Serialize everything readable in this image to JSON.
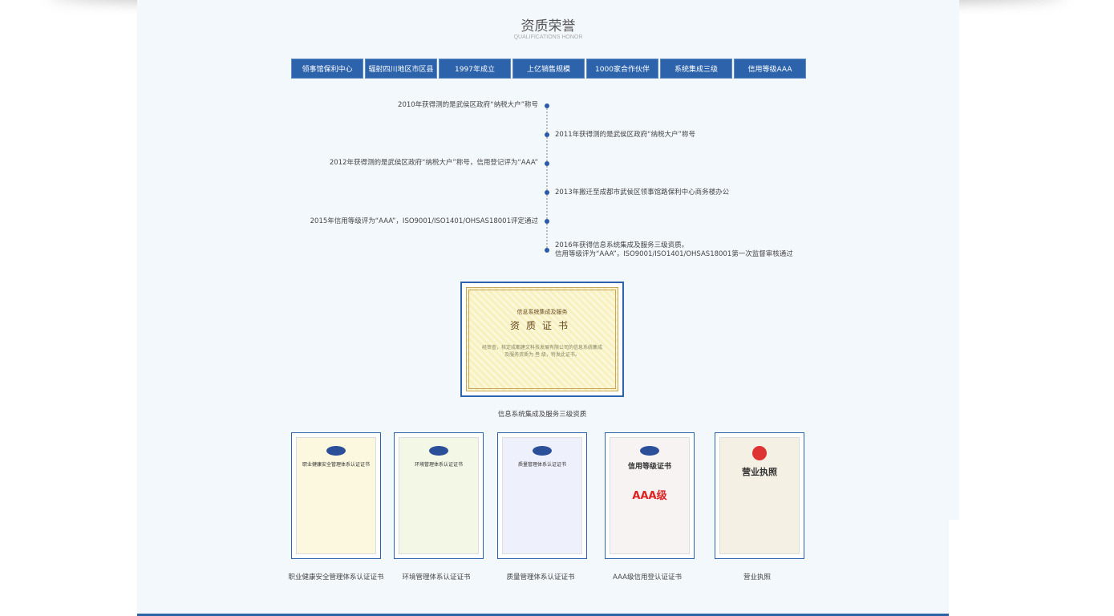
{
  "header": {
    "title": "资质荣誉",
    "subtitle": "QUALIFICATIONS HONOR"
  },
  "tabs": [
    "领事馆保利中心",
    "辐射四川地区市区县",
    "1997年成立",
    "上亿销售规模",
    "1000家合作伙伴",
    "系统集成三级",
    "信用等级AAA"
  ],
  "timeline": [
    {
      "side": "left",
      "text": "2010年获得测的是武侯区政府“纳税大户”称号"
    },
    {
      "side": "right",
      "text": "2011年获得测的是武侯区政府“纳税大户”称号"
    },
    {
      "side": "left",
      "text": "2012年获得测的是武侯区政府“纳税大户”称号，信用登记评为“AAA”"
    },
    {
      "side": "right",
      "text": "2013年搬迁至成都市武侯区领事馆路保利中心商务楼办公"
    },
    {
      "side": "left",
      "text": "2015年信用等级评为“AAA”，ISO9001/ISO1401/OHSAS18001评定通过"
    },
    {
      "side": "right",
      "text": "2016年获得信息系统集成及服务三级资质。",
      "text2": "信用等级评为“AAA”，ISO9001/ISO1401/OHSAS18001第一次监督审核通过"
    }
  ],
  "featured": {
    "caption": "信息系统集成及服务三级资质",
    "cert_title_small": "信息系统集成及服务",
    "cert_title": "资质证书",
    "cert_body": "经审查，核定成都建文科技发展有限公司的信息系统集成及服务资质为 叁 级，特发此证书。"
  },
  "certificates": [
    {
      "caption": "职业健康安全管理体系认证证书",
      "heading": "职业健康安全管理体系认证证书"
    },
    {
      "caption": "环境管理体系认证证书",
      "heading": "环境管理体系认证证书"
    },
    {
      "caption": "质量管理体系认证证书",
      "heading": "质量管理体系认证证书"
    },
    {
      "caption": "AAA级信用登认证证书",
      "heading": "信用等级证书",
      "badge": "AAA级"
    },
    {
      "caption": "营业执照",
      "heading": "营业执照"
    }
  ],
  "colors": {
    "accent": "#2c63ab",
    "background": "#f3f8fd"
  }
}
